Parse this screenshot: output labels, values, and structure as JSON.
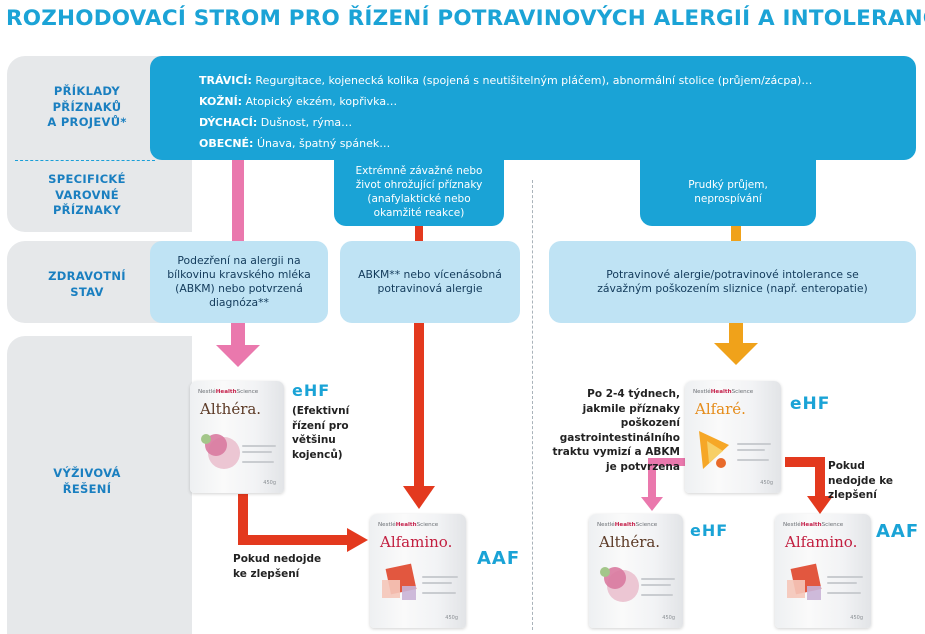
{
  "title": "ROZHODOVACÍ STROM PRO ŘÍZENÍ POTRAVINOVÝCH ALERGIÍ A INTOLERANCÍ",
  "labels": {
    "row1": [
      "PŘÍKLADY",
      "PŘÍZNAKŮ",
      "A PROJEVŮ*"
    ],
    "row2": [
      "SPECIFICKÉ",
      "VAROVNÉ",
      "PŘÍZNAKY"
    ],
    "row3": [
      "ZDRAVOTNÍ",
      "STAV"
    ],
    "row4": [
      "VÝŽIVOVÁ",
      "ŘEŠENÍ"
    ]
  },
  "symptoms": [
    {
      "cat": "TRÁVICÍ:",
      "text": " Regurgitace, kojenecká kolika (spojená s neutišitelným pláčem), abnormální stolice (průjem/zácpa)…"
    },
    {
      "cat": "KOŽNÍ:",
      "text": " Atopický ekzém, kopřivka…"
    },
    {
      "cat": "DÝCHACÍ:",
      "text": " Dušnost, rýma…"
    },
    {
      "cat": "OBECNÉ:",
      "text": " Únava, špatný spánek…"
    }
  ],
  "warnings": {
    "severe": "Extrémně závažné nebo život ohrožující příznaky (anafylaktické nebo okamžité reakce)",
    "diarrhea": "Prudký průjem, neprospívání"
  },
  "conditions": {
    "cmpa": "Podezření na alergii na bílkovinu kravského mléka (ABKM) nebo potvrzená diagnóza**",
    "multiple": "ABKM** nebo vícenásobná potravinová alergie",
    "enteropathy": "Potravinové alergie/potravinové intolerance se závažným poškozením sliznice (např. enteropatie)"
  },
  "products": {
    "manufacturer": "Nestlé",
    "manufacturer_mid": "Health",
    "manufacturer_end": "Science",
    "althera": "Althéra.",
    "alfamino": "Alfamino.",
    "alfare": "Alfaré.",
    "weight": "450g"
  },
  "tags": {
    "ehf": "eHF",
    "aaf": "AAF"
  },
  "notes": {
    "ehf_desc": "(Efektivní řízení pro většinu kojenců)",
    "no_improve": "Pokud nedojde ke zlepšení",
    "after_weeks": "Po 2-4 týdnech, jakmile příznaky poškození gastrointestinálního traktu vymizí a ABKM je potvrzena"
  },
  "colors": {
    "blue": "#1aa3d6",
    "light_blue": "#bfe3f4",
    "label_blue": "#1a7fc0",
    "pink": "#ea78ad",
    "red": "#e3391e",
    "orange": "#f0a21a",
    "gray": "#e6e8ea"
  }
}
